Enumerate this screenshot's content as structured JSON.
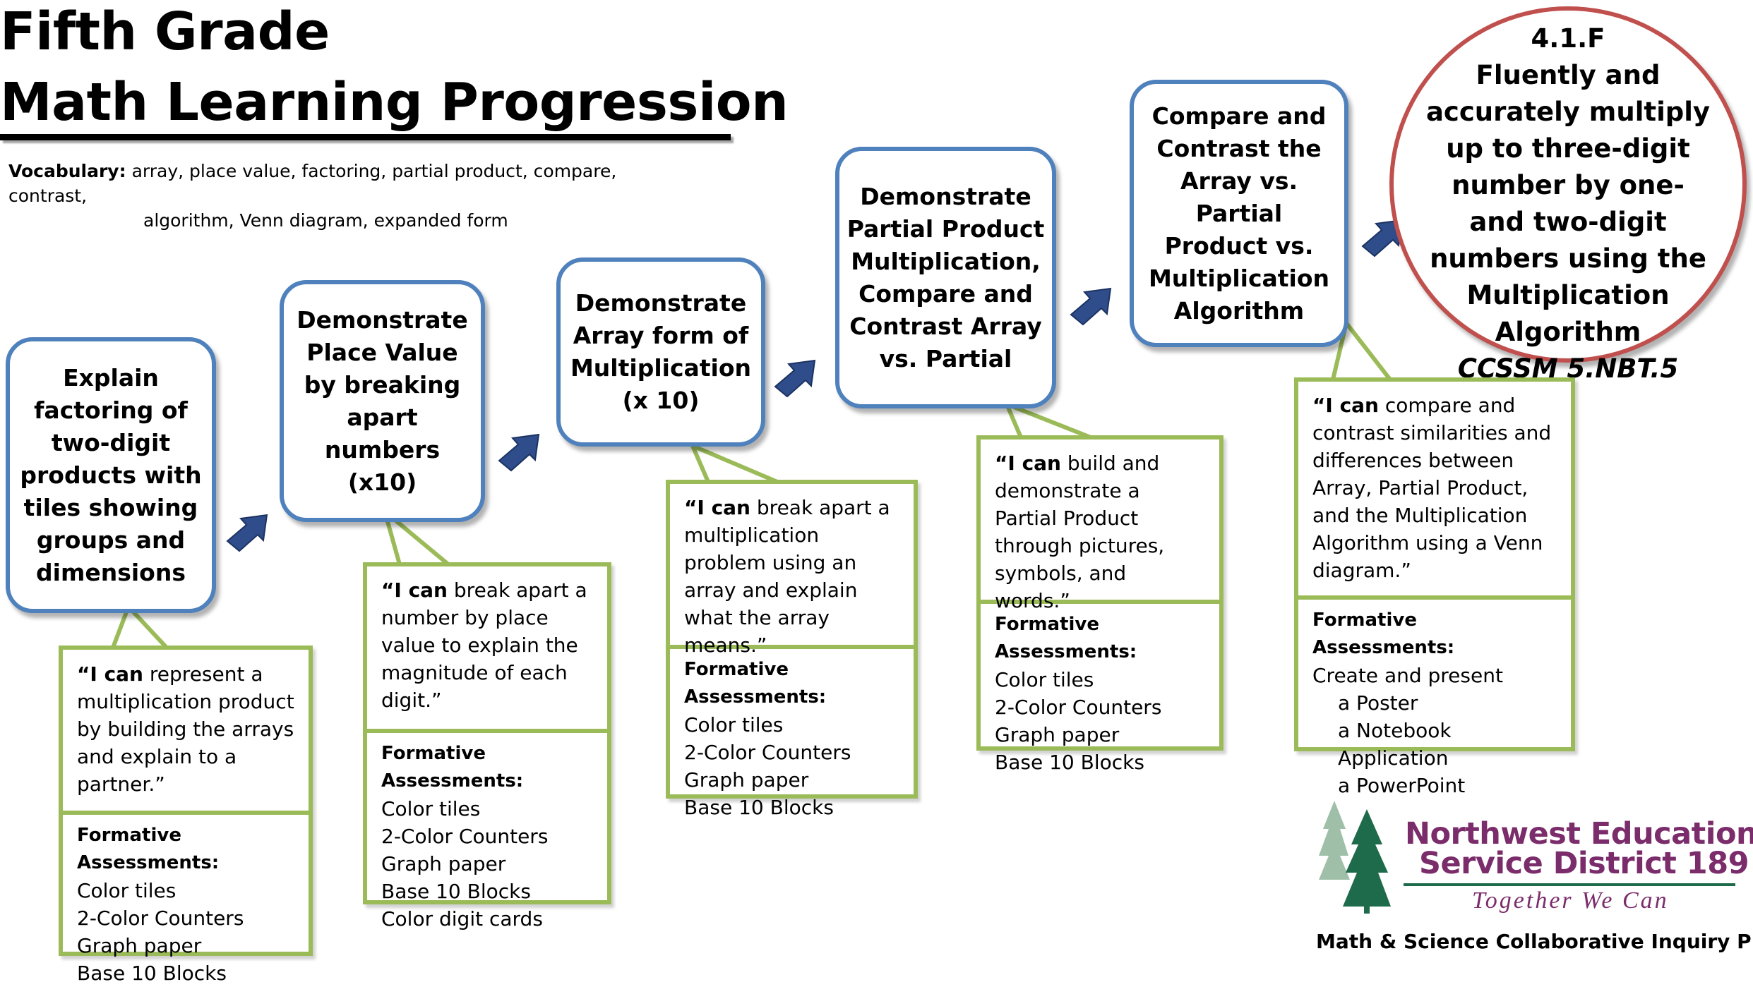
{
  "title": {
    "line1": "Fifth Grade",
    "line2": "Math Learning Progression"
  },
  "vocabulary": {
    "label": "Vocabulary:",
    "line1": "array, place value, factoring, partial product, compare, contrast,",
    "line2": "algorithm, Venn diagram, expanded form"
  },
  "steps": [
    {
      "text": "Explain factoring of two-digit products with tiles showing groups and dimensions",
      "ican_lead": "“I can",
      "ican_rest": " represent a multiplication product by building the arrays and explain to a partner.”",
      "fa_label": "Formative Assessments:",
      "fa_items": [
        "Color tiles",
        "2-Color Counters",
        "Graph paper",
        "Base 10 Blocks"
      ]
    },
    {
      "text": "Demonstrate Place Value by breaking apart numbers (x10)",
      "ican_lead": "“I can",
      "ican_rest": " break apart a number by place value to explain the magnitude of each digit.”",
      "fa_label": "Formative Assessments:",
      "fa_items": [
        "Color tiles",
        "2-Color Counters",
        "Graph paper",
        "Base 10 Blocks",
        "Color digit cards"
      ]
    },
    {
      "text": "Demonstrate Array form of Multiplication (x 10)",
      "ican_lead": "“I can",
      "ican_rest": " break apart a multiplication problem using an array and explain what the array means.”",
      "fa_label": "Formative Assessments:",
      "fa_items": [
        "Color tiles",
        "2-Color Counters",
        "Graph paper",
        "Base 10 Blocks"
      ]
    },
    {
      "text": "Demonstrate Partial Product Multiplication, Compare and Contrast Array vs. Partial",
      "ican_lead": "“I can",
      "ican_rest": " build and demonstrate a Partial Product through pictures, symbols, and words.”",
      "fa_label": "Formative Assessments:",
      "fa_items": [
        "Color tiles",
        "2-Color Counters",
        "Graph paper",
        "Base 10 Blocks"
      ]
    },
    {
      "text": "Compare and Contrast the Array vs. Partial Product vs. Multiplication Algorithm",
      "ican_lead": "“I can",
      "ican_rest": " compare and contrast similarities and differences between Array, Partial Product, and the Multiplication Algorithm using a Venn diagram.”",
      "fa_label": "Formative Assessments:",
      "fa_items": [
        "Create and present",
        "a Poster",
        "a Notebook Application",
        "a PowerPoint"
      ]
    }
  ],
  "goal": {
    "code": "4.1.F",
    "text": "Fluently and accurately multiply up to three-digit number by one- and two-digit numbers using the Multiplication Algorithm",
    "standard": "CCSSM 5.NBT.5"
  },
  "logo": {
    "name_line1": "Northwest Educational",
    "name_line2": "Service District 189",
    "tagline": "Together We Can"
  },
  "footer": "Math & Science Collaborative Inquiry Project",
  "colors": {
    "step_border": "#4f81bd",
    "goal_border": "#c0504d",
    "callout_border": "#9bbb59",
    "arrow": "#2e4d8a",
    "logo_text": "#7b2c6b",
    "logo_green": "#1e6b4c"
  }
}
